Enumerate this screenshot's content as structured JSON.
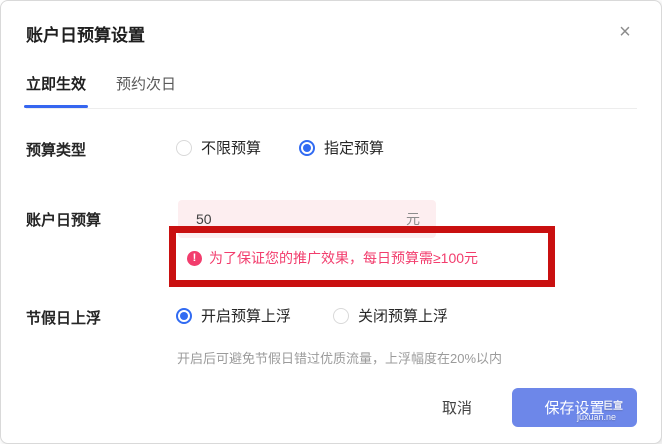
{
  "dialog": {
    "title": "账户日预算设置",
    "close_icon": "×"
  },
  "tabs": [
    {
      "label": "立即生效",
      "active": true
    },
    {
      "label": "预约次日",
      "active": false
    }
  ],
  "form": {
    "budget_type": {
      "label": "预算类型",
      "options": [
        {
          "label": "不限预算",
          "selected": false
        },
        {
          "label": "指定预算",
          "selected": true
        }
      ]
    },
    "daily_budget": {
      "label": "账户日预算",
      "value": "50",
      "unit": "元",
      "error": "为了保证您的推广效果，每日预算需≥100元",
      "error_icon": "!"
    },
    "holiday_boost": {
      "label": "节假日上浮",
      "options": [
        {
          "label": "开启预算上浮",
          "selected": true
        },
        {
          "label": "关闭预算上浮",
          "selected": false
        }
      ],
      "hint": "开启后可避免节假日错过优质流量，上浮幅度在20%以内"
    }
  },
  "footer": {
    "cancel_label": "取消",
    "save_label": "保存设置"
  },
  "watermark": {
    "line1": "巨宣",
    "line2": "juxuan.ne"
  },
  "colors": {
    "accent_blue": "#3666f0",
    "radio_blue": "#316bf2",
    "save_button_blue": "#6d87e9",
    "error_pink": "#f23d6d",
    "input_bg_pink": "#fdeef0",
    "annotation_red": "#c91010"
  }
}
